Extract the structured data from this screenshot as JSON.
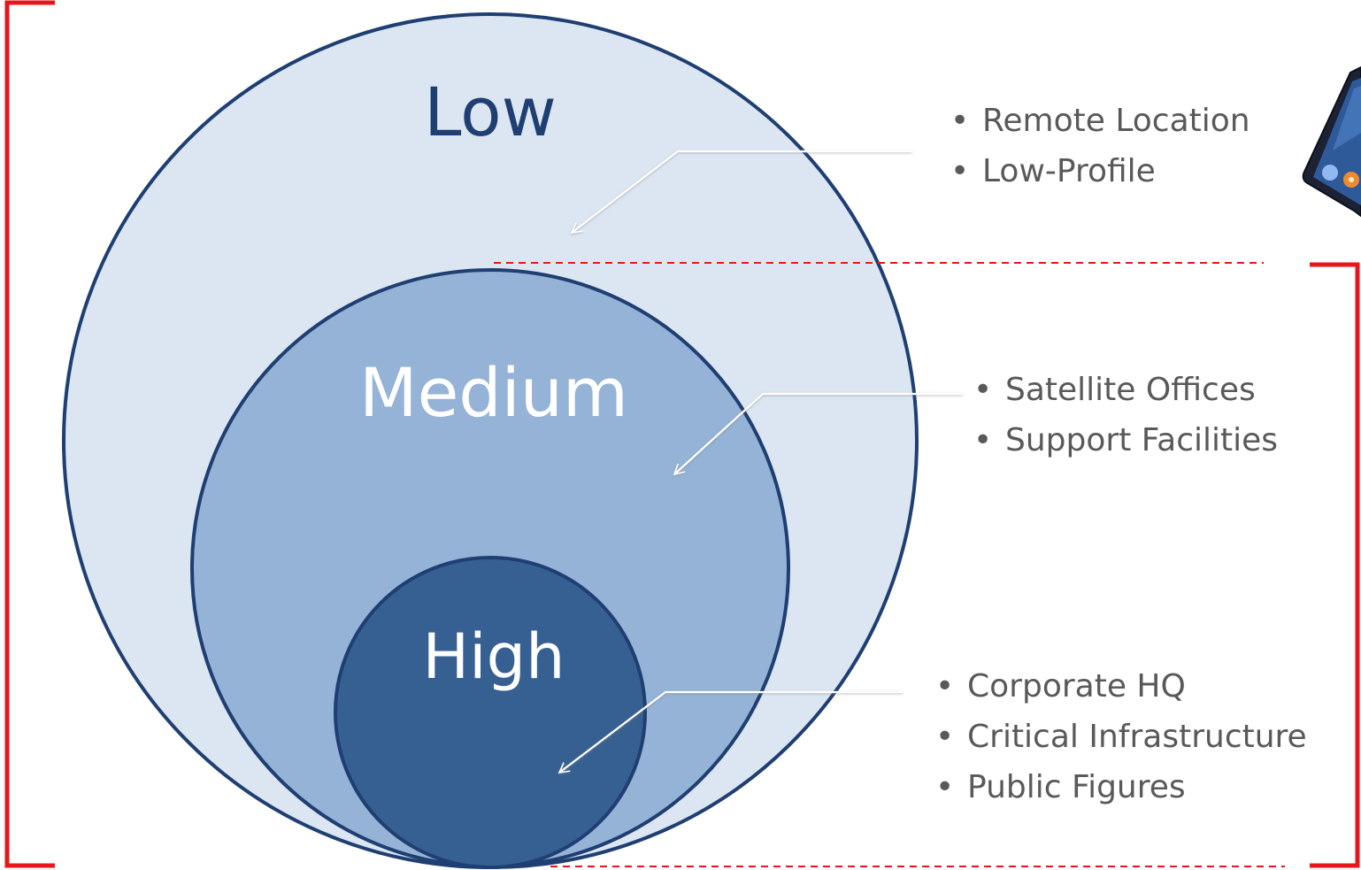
{
  "colors": {
    "low_fill": "#dce6f2",
    "medium_fill": "#95b3d7",
    "high_fill": "#376092",
    "outline": "#1f3f72",
    "low_label": "#1f3f72",
    "inner_label": "#ffffff",
    "bracket": "#e8161b",
    "dashed": "#e8161b",
    "bullet_text": "#595959",
    "callout": "#ffffff"
  },
  "levels": {
    "low": {
      "label": "Low",
      "items": [
        "Remote Location",
        "Low-Profile"
      ]
    },
    "medium": {
      "label": "Medium",
      "items": [
        "Satellite Offices",
        "Support Facilities"
      ]
    },
    "high": {
      "label": "High",
      "items": [
        "Corporate HQ",
        "Critical Infrastructure",
        "Public Figures"
      ]
    }
  },
  "device_icon": "smartphone-icon"
}
